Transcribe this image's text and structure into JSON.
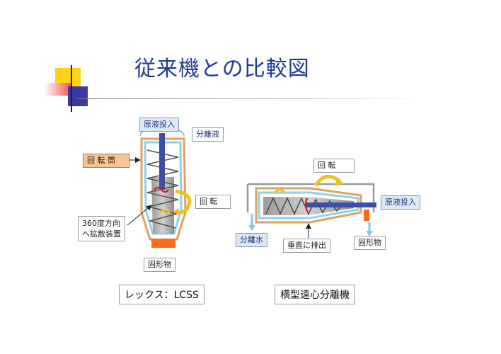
{
  "title": "従来機との比較図",
  "left": {
    "labels": {
      "feed": "原液投入",
      "separated_liquid": "分離液",
      "rotating_drum": "回 転 筒",
      "rotation": "回 転",
      "dispersion_line1": "360度方向",
      "dispersion_line2": "へ拡散装置",
      "solids": "固形物"
    },
    "caption": "レックス：LCSS"
  },
  "right": {
    "labels": {
      "rotation": "回 転",
      "feed": "原液投入",
      "separated_water": "分離水",
      "vertical_discharge": "垂直に排出",
      "solids": "固形物"
    },
    "caption": "横型遠心分離機"
  },
  "colors": {
    "title": "#1f3a9a",
    "drum_outline": "#e0a060",
    "shaft": "#3b4fa8",
    "liquid": "#8fd0ec",
    "solids": "#ff6a1a",
    "arrow_yellow": "#f0c020"
  }
}
